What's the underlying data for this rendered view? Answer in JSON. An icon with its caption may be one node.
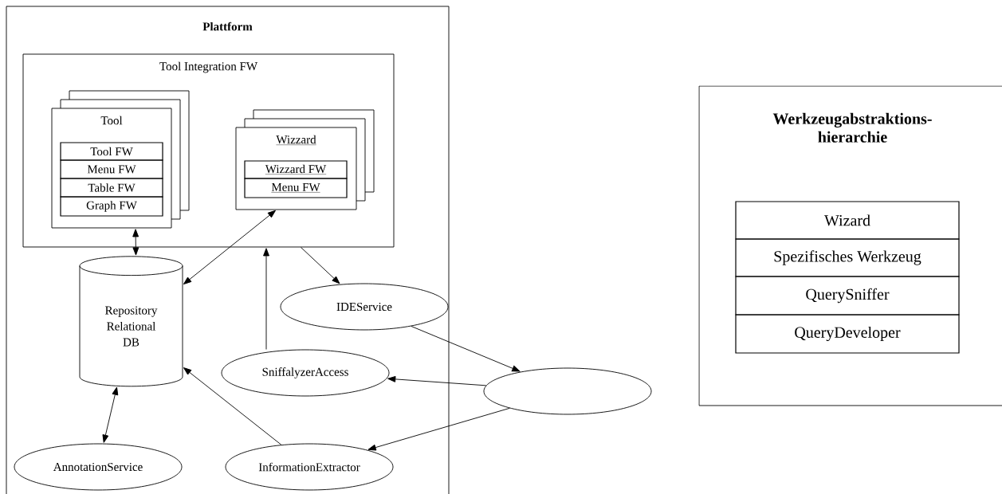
{
  "diagram": {
    "nodes": [
      {
        "text": [
          "Plattform"
        ]
      },
      {
        "text": [
          "Tool Integration FW"
        ],
        "in": 0
      },
      {
        "text": [
          "Tool"
        ],
        "in": 1
      },
      {
        "text": [
          "Tool FW"
        ],
        "in": 2
      },
      {
        "text": [
          "Menu FW"
        ],
        "in": 2
      },
      {
        "text": [
          "Table FW"
        ],
        "in": 2
      },
      {
        "text": [
          "Graph FW"
        ],
        "in": 2
      },
      {
        "text": [
          "Wizzard"
        ],
        "in": 1
      },
      {
        "text": [
          "Wizzard FW"
        ],
        "in": 7
      },
      {
        "text": [
          "Menu FW"
        ],
        "in": 7
      },
      {
        "text": [
          "Repository Relational DB"
        ],
        "in": 0
      },
      {
        "text": [
          "IDEService"
        ],
        "in": 0
      },
      {
        "text": [
          "SniffalyzerAccess"
        ],
        "in": 0
      },
      {
        "text": [],
        "shape": "ellipse"
      },
      {
        "text": [
          "AnnotationService"
        ],
        "in": 0
      },
      {
        "text": [
          "InformationExtractor"
        ],
        "in": 0
      },
      {
        "text": [
          "Werkzeugabstraktions- hierarchie"
        ]
      },
      {
        "text": [
          "Wizard"
        ],
        "in": 16
      },
      {
        "text": [
          "Spezifisches Werkzeug"
        ],
        "in": 16
      },
      {
        "text": [
          "QuerySniffer"
        ],
        "in": 16
      },
      {
        "text": [
          "QueryDeveloper"
        ],
        "in": 16
      }
    ],
    "edges": [
      {
        "from": 2,
        "to": 10,
        "arrow": "both"
      },
      {
        "from": 7,
        "to": 10,
        "arrow": "both"
      },
      {
        "from": 12,
        "to": 1,
        "arrow": "to"
      },
      {
        "from": 1,
        "to": 11,
        "arrow": "to"
      },
      {
        "from": 11,
        "to": 13,
        "arrow": "to"
      },
      {
        "from": 13,
        "to": 12,
        "arrow": "to"
      },
      {
        "from": 13,
        "to": 15,
        "arrow": "to"
      },
      {
        "from": 15,
        "to": 10,
        "arrow": "to"
      },
      {
        "from": 14,
        "to": 10,
        "arrow": "both"
      }
    ]
  }
}
